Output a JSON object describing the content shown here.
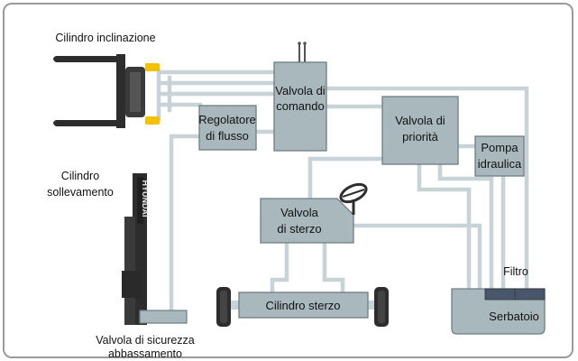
{
  "components": {
    "valvola_comando": [
      "Valvola di",
      "comando"
    ],
    "regolatore_flusso": [
      "Regolatore",
      "di flusso"
    ],
    "valvola_priorita": [
      "Valvola di",
      "priorità"
    ],
    "pompa_idraulica": [
      "Pompa",
      "idraulica"
    ],
    "valvola_sterzo": [
      "Valvola",
      "di sterzo"
    ],
    "cilindro_sterzo": "Cilindro sterzo",
    "serbatoio": "Serbatoio",
    "filtro": "Filtro"
  },
  "labels": {
    "cilindro_inclinazione": "Cilindro inclinazione",
    "cilindro_sollevamento": [
      "Cilindro",
      "sollevamento"
    ],
    "valvola_sicurezza": [
      "Valvola di sicurezza",
      "abbassamento"
    ],
    "mast_brand": "HYUNDAI"
  },
  "colors": {
    "box_fill": "#a9b8bd",
    "box_stroke": "#6e7e84",
    "pipe": "#c8d3d7",
    "cylinder_accent": "#f2c200",
    "machine_dark": "#2d2d2d"
  }
}
